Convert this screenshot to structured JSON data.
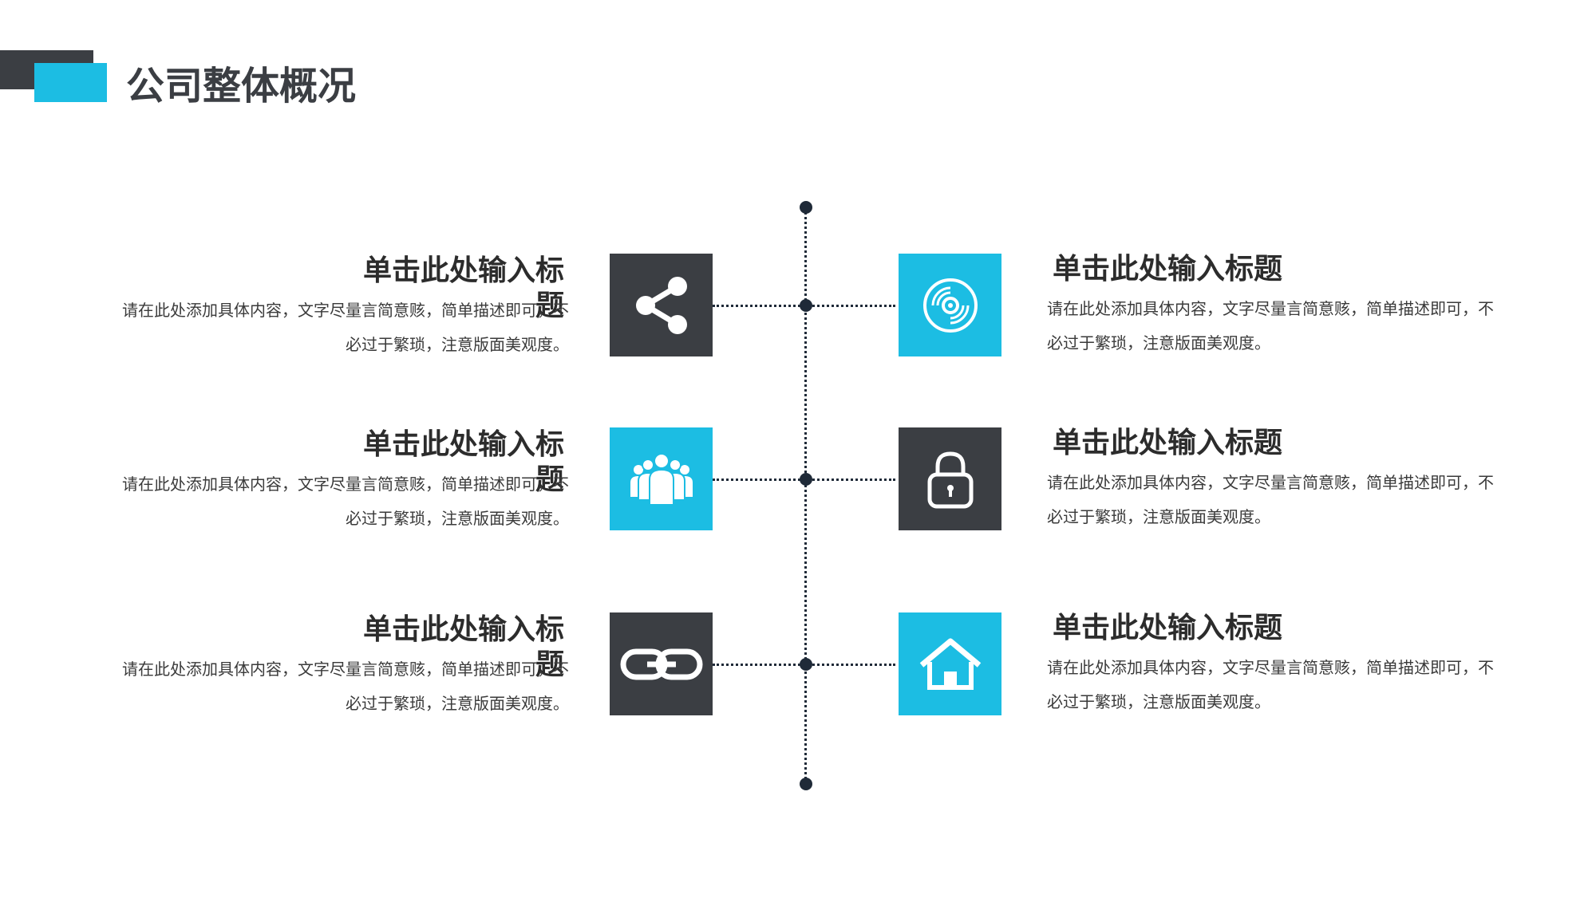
{
  "page": {
    "title": "公司整体概况"
  },
  "items": [
    {
      "title": "单击此处输入标题",
      "desc": "请在此处添加具体内容，文字尽量言简意赅，简单描述即可，不必过于繁琐，注意版面美观度。",
      "icon": "share-icon"
    },
    {
      "title": "单击此处输入标题",
      "desc": "请在此处添加具体内容，文字尽量言简意赅，简单描述即可，不必过于繁琐，注意版面美观度。",
      "icon": "disc-icon"
    },
    {
      "title": "单击此处输入标题",
      "desc": "请在此处添加具体内容，文字尽量言简意赅，简单描述即可，不必过于繁琐，注意版面美观度。",
      "icon": "team-icon"
    },
    {
      "title": "单击此处输入标题",
      "desc": "请在此处添加具体内容，文字尽量言简意赅，简单描述即可，不必过于繁琐，注意版面美观度。",
      "icon": "lock-icon"
    },
    {
      "title": "单击此处输入标题",
      "desc": "请在此处添加具体内容，文字尽量言简意赅，简单描述即可，不必过于繁琐，注意版面美观度。",
      "icon": "link-icon"
    },
    {
      "title": "单击此处输入标题",
      "desc": "请在此处添加具体内容，文字尽量言简意赅，简单描述即可，不必过于繁琐，注意版面美观度。",
      "icon": "home-icon"
    }
  ],
  "colors": {
    "accent": "#1cbde3",
    "dark": "#3b3e43",
    "line": "#1f2a38"
  }
}
